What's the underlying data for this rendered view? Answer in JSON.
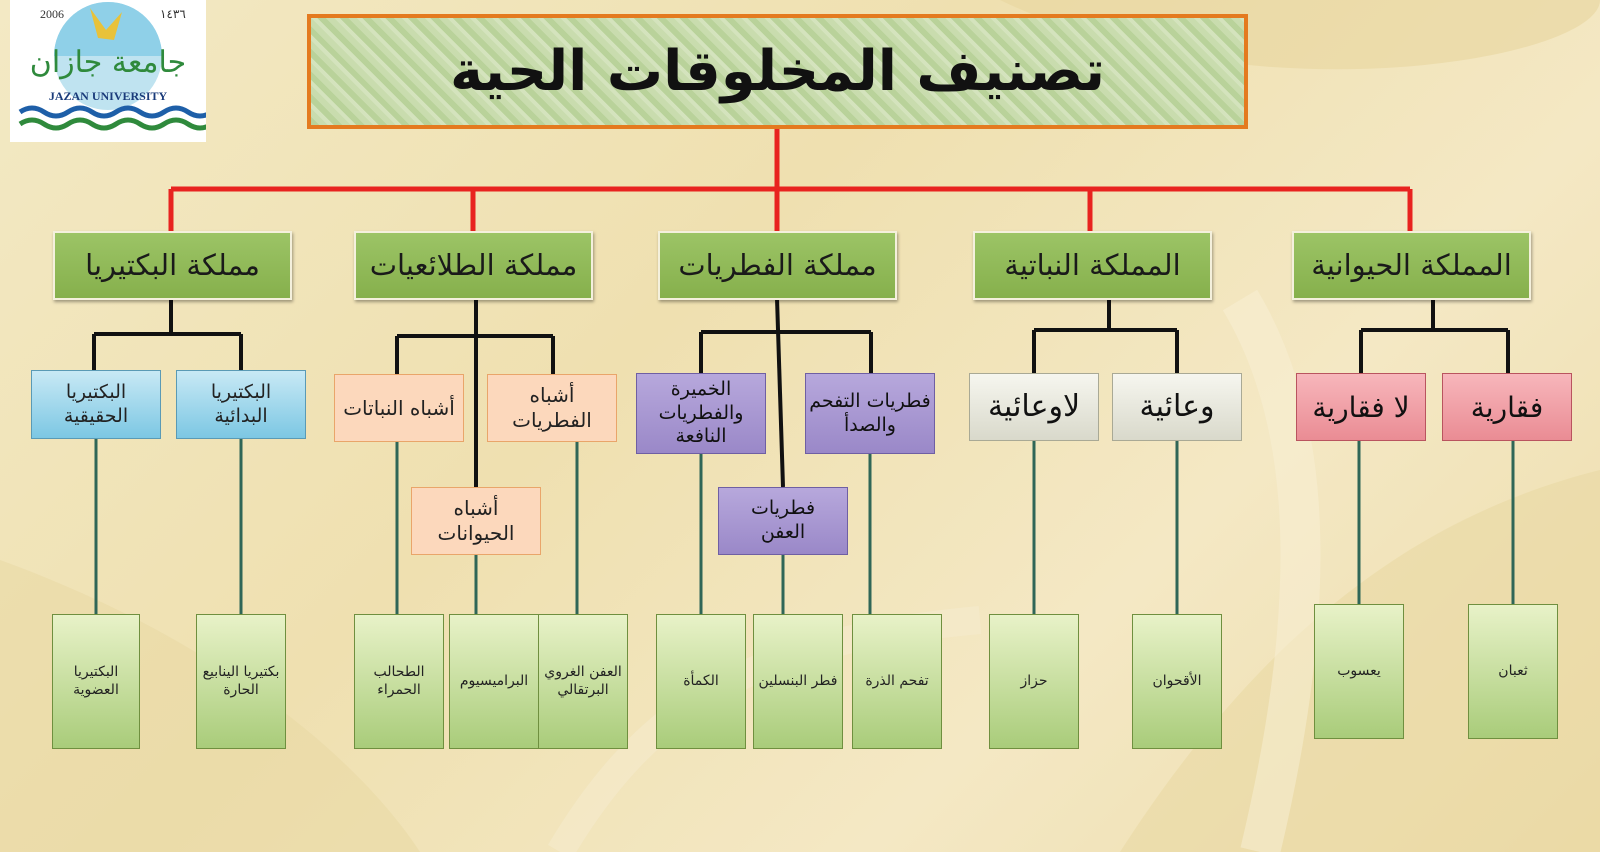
{
  "title": "تصنيف المخلوقات الحية",
  "logo": {
    "year_left": "2006",
    "year_right": "١٤٣٦",
    "name_ar": "جامعة جازان",
    "name_en": "JAZAN UNIVERSITY"
  },
  "kingdoms": {
    "animal": "المملكة الحيوانية",
    "plant": "المملكة النباتية",
    "fungi": "مملكة الفطريات",
    "protista": "مملكة الطلائعيات",
    "bacteria": "مملكة البكتيريا"
  },
  "groups": {
    "vertebrate": "فقارية",
    "invertebrate": "لا فقارية",
    "vascular": "وعائية",
    "nonvascular": "لاوعائية",
    "rust_smut": "فطريات التفحم\nوالصدأ",
    "yeast": "الخميرة\nوالفطريات\nالنافعة",
    "mold": "فطريات\nالعفن",
    "fungus_like": "أشباه\nالفطريات",
    "plant_like": "أشباه النباتات",
    "animal_like": "أشباه\nالحيوانات",
    "archaea": "البكتيريا\nالبدائية",
    "eubacteria": "البكتيريا\nالحقيقية"
  },
  "examples": {
    "snake": "ثعبان",
    "bee": "يعسوب",
    "chrysanthemum": "الأقحوان",
    "moss": "حزاز",
    "corn_smut": "تفحم الذرة",
    "penicillium": "فطر البنسلين",
    "truffle": "الكمأة",
    "slime_mold": "العفن الغروي\nالبرتقالي",
    "paramecium": "البراميسيوم",
    "red_algae": "الطحالب\nالحمراء",
    "hot_spring_bacteria": "بكتيريا الينابيع\nالحارة",
    "organic_bacteria": "البكتيريا\nالعضوية"
  },
  "colors": {
    "title_border": "#e47a1f",
    "red_lines": "#e8231f",
    "black_lines": "#111111",
    "teal_lines": "#2f6657"
  }
}
